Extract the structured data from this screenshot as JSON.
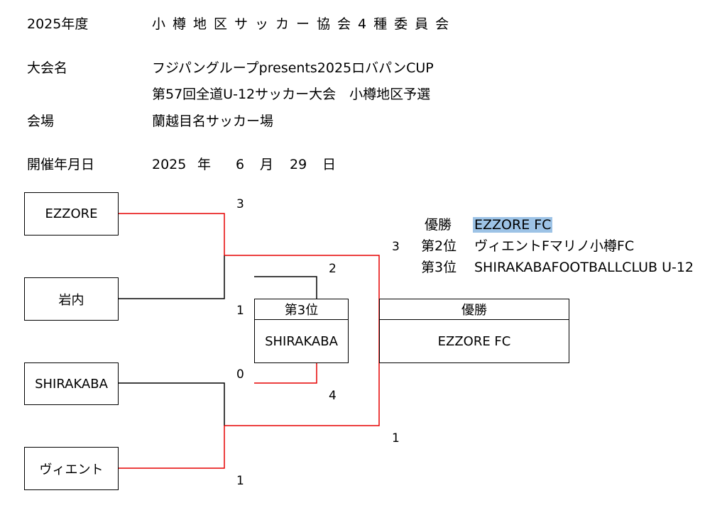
{
  "header": {
    "year_label": "2025年度",
    "org": "小樽地区サッカー協会4種委員会",
    "event_label": "大会名",
    "event_line1": "フジパングループpresents2025ロバパンCUP",
    "event_line2": "第57回全道U-12サッカー大会　小樽地区予選",
    "venue_label": "会場",
    "venue": "蘭越目名サッカー場",
    "date_label": "開催年月日",
    "date_year": "2025",
    "date_year_unit": "年",
    "date_month": "6",
    "date_month_unit": "月",
    "date_day": "29",
    "date_day_unit": "日"
  },
  "teams": {
    "t1": "EZZORE",
    "t2": "岩内",
    "t3": "SHIRAKABA",
    "t4": "ヴィエント"
  },
  "scores": {
    "s_t1": "3",
    "s_t2": "1",
    "s_t3": "0",
    "s_t4": "1",
    "final_top": "3",
    "final_bottom": "1",
    "third_top": "2",
    "third_bottom": "4"
  },
  "third_place_box": {
    "header": "第3位",
    "team": "SHIRAKABA"
  },
  "champion_box": {
    "header": "優勝",
    "team": "EZZORE FC"
  },
  "results": [
    {
      "label": "優勝",
      "team": "EZZORE FC"
    },
    {
      "label": "第2位",
      "team": "ヴィエントFマリノ小樽FC"
    },
    {
      "label": "第3位",
      "team": "SHIRAKABAFOOTBALLCLUB U-12"
    }
  ],
  "colors": {
    "win_line": "#e60000",
    "line": "#000000",
    "highlight": "#9dc3e6"
  }
}
